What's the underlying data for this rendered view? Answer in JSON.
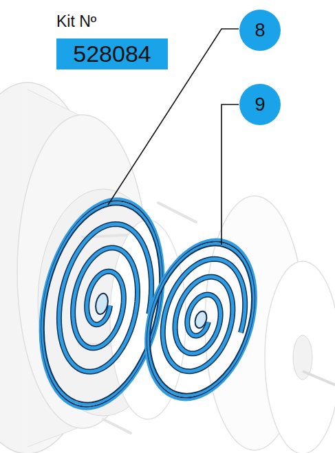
{
  "diagram": {
    "nodes": [
      {
        "text": [
          "Kit Nº",
          "528084"
        ]
      },
      {
        "text": [
          "8"
        ]
      },
      {
        "text": [
          "9"
        ]
      }
    ],
    "edges": []
  }
}
